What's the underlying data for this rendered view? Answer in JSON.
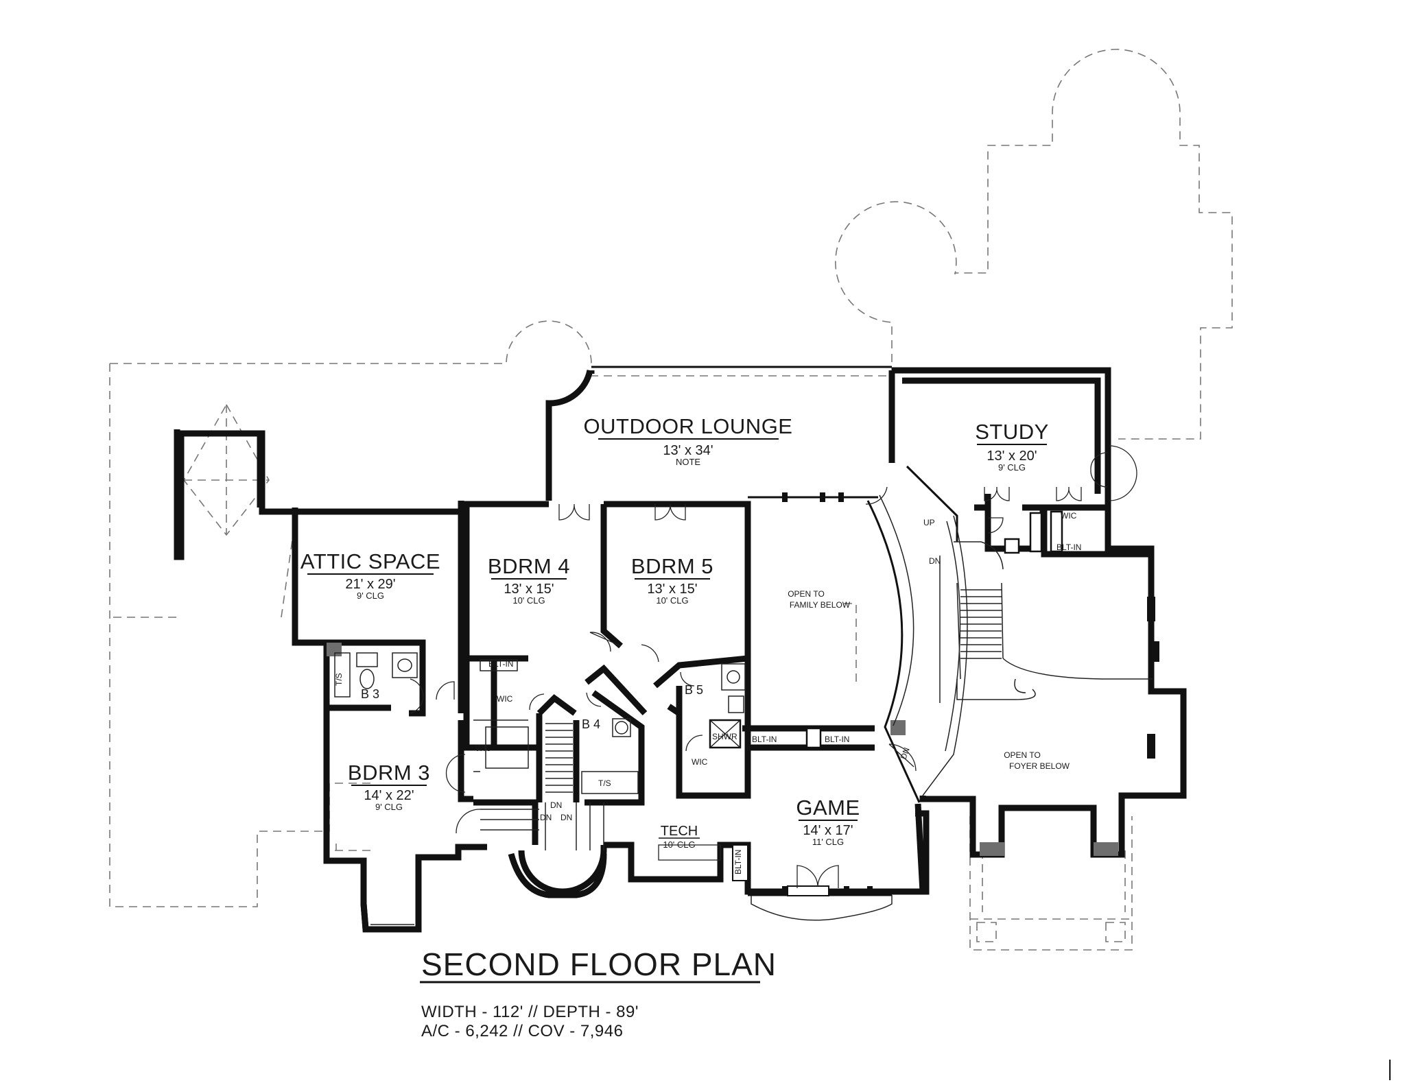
{
  "title": "SECOND FLOOR PLAN",
  "stats": {
    "line1": "WIDTH - 112' // DEPTH - 89'",
    "line2": "A/C - 6,242 // COV - 7,946"
  },
  "rooms": {
    "outdoor_lounge": {
      "name": "OUTDOOR LOUNGE",
      "dim": "13' x 34'",
      "note": "NOTE"
    },
    "study": {
      "name": "STUDY",
      "dim": "13' x 20'",
      "clg": "9' CLG"
    },
    "attic": {
      "name": "ATTIC SPACE",
      "dim": "21' x 29'",
      "clg": "9' CLG"
    },
    "bdrm4": {
      "name": "BDRM 4",
      "dim": "13' x 15'",
      "clg": "10' CLG"
    },
    "bdrm5": {
      "name": "BDRM 5",
      "dim": "13' x 15'",
      "clg": "10' CLG"
    },
    "bdrm3": {
      "name": "BDRM 3",
      "dim": "14' x 22'",
      "clg": "9' CLG"
    },
    "game": {
      "name": "GAME",
      "dim": "14' x 17'",
      "clg": "11' CLG"
    },
    "tech": {
      "name": "TECH",
      "clg": "10' CLG"
    }
  },
  "labels": {
    "open_family_1": "OPEN TO",
    "open_family_2": "FAMILY BELOW",
    "open_foyer_1": "OPEN TO",
    "open_foyer_2": "FOYER BELOW",
    "b3": "B 3",
    "b4": "B 4",
    "b5": "B 5",
    "wic": "WIC",
    "blt_in": "BLT-IN",
    "ts": "T/S",
    "shwr": "SHWR",
    "up": "UP",
    "dn": "DN"
  }
}
